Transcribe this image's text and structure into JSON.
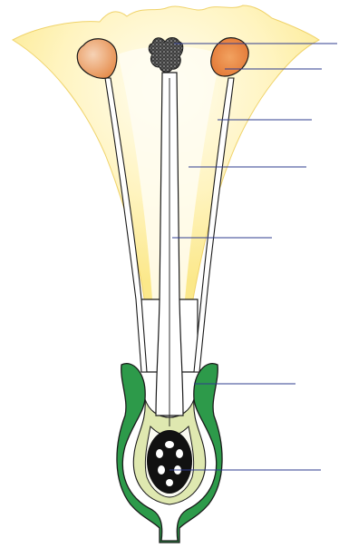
{
  "diagram": {
    "subject": "flower-longitudinal-section",
    "parts": [
      {
        "id": "stigma"
      },
      {
        "id": "anther"
      },
      {
        "id": "petal"
      },
      {
        "id": "filament"
      },
      {
        "id": "style"
      },
      {
        "id": "ovary"
      },
      {
        "id": "ovule"
      }
    ],
    "colors": {
      "petal_fill": "#fbe88a",
      "petal_light": "#fffbe3",
      "anther_fill": "#ea8a45",
      "anther_light": "#f5c7a5",
      "ovary_wall": "#2d9a4a",
      "ovary_inner": "#dfe8b0",
      "ovule_dark": "#111111",
      "stigma_fill": "#444444",
      "outline": "#1a1a1a",
      "leader_line": "#2f3c8f"
    }
  }
}
